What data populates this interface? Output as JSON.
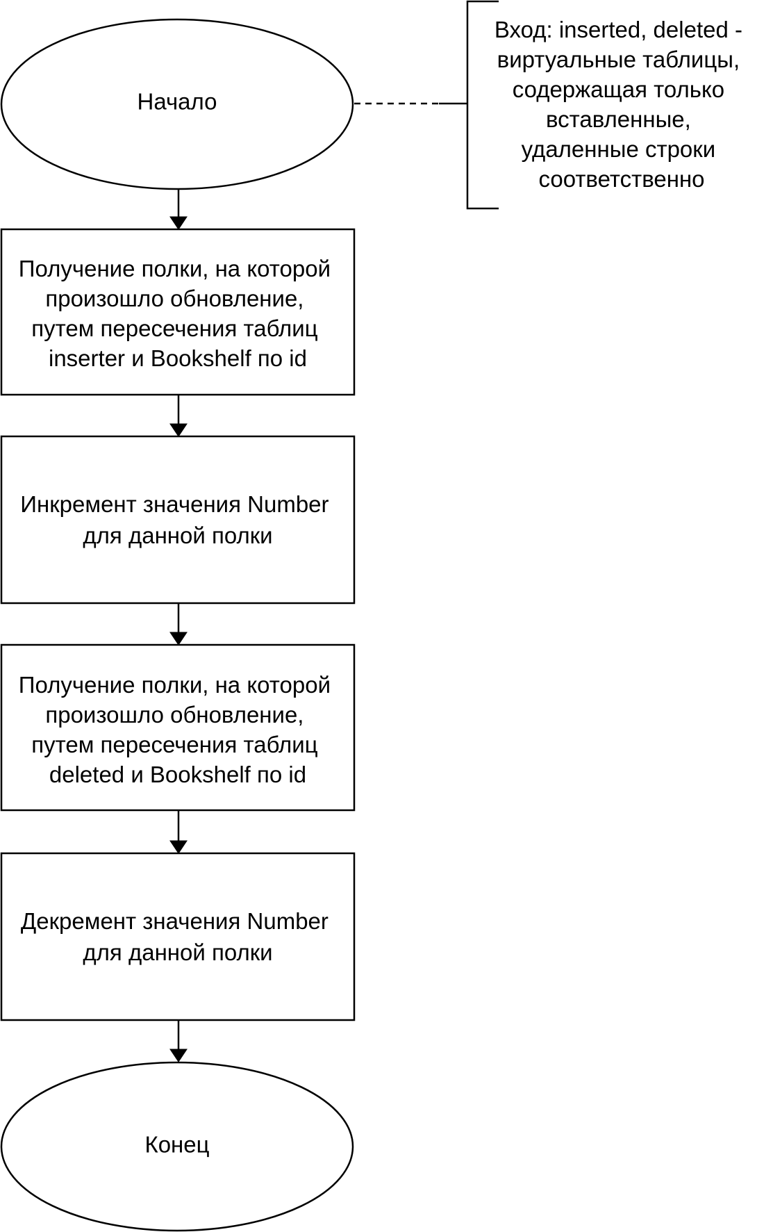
{
  "flowchart": {
    "start_label": "Начало",
    "end_label": "Конец",
    "annotation_lines": [
      "Вход: inserted, deleted -",
      "виртуальные таблицы,",
      "содержащая только",
      "вставленные,",
      "удаленные строки",
      "соответственно"
    ],
    "steps": [
      {
        "lines": [
          "Получение полки, на которой",
          "произошло обновление,",
          "путем пересечения таблиц",
          "inserter и Bookshelf по id"
        ]
      },
      {
        "lines": [
          "Инкремент значения Number",
          "для данной полки"
        ]
      },
      {
        "lines": [
          "Получение полки, на которой",
          "произошло обновление,",
          "путем пересечения таблиц",
          "deleted и Bookshelf по id"
        ]
      },
      {
        "lines": [
          "Декремент значения Number",
          "для данной полки"
        ]
      }
    ]
  }
}
